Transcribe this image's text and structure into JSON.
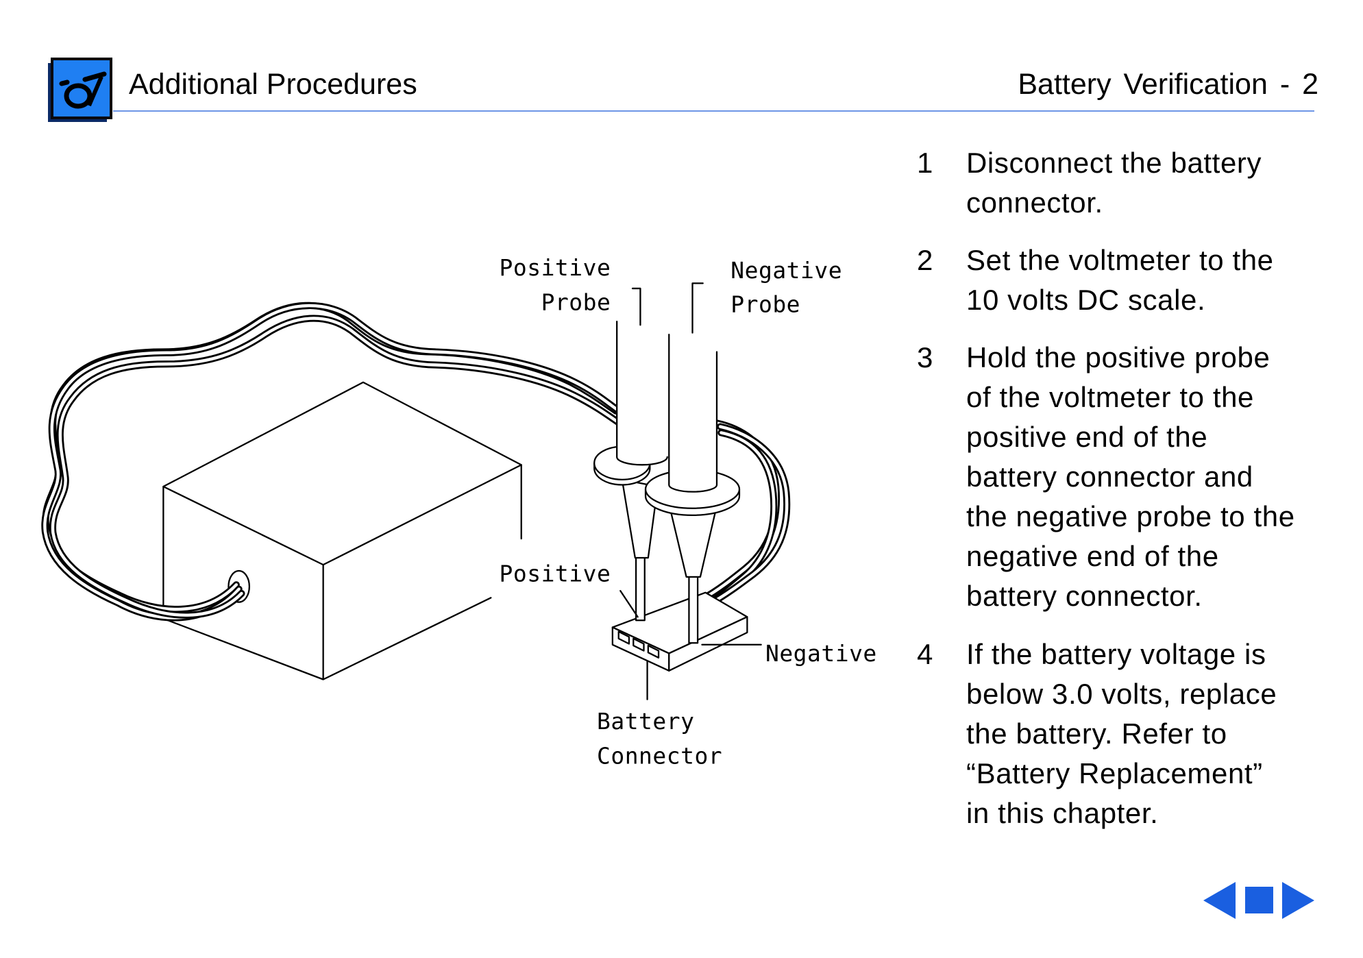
{
  "header": {
    "section_title": "Additional Procedures",
    "page_title": "Battery Verification - 2"
  },
  "logo": {
    "icon": "service-tool-icon"
  },
  "diagram": {
    "positive_probe_label": [
      "Positive",
      "Probe"
    ],
    "negative_probe_label": [
      "Negative",
      "Probe"
    ],
    "positive_contact_label": "Positive",
    "negative_contact_label": "Negative",
    "battery_connector_label": [
      "Battery",
      "Connector"
    ]
  },
  "steps": [
    {
      "number": "1",
      "lines": [
        "Disconnect the battery",
        "connector."
      ]
    },
    {
      "number": "2",
      "lines": [
        "Set the voltmeter to the",
        "10 volts DC scale."
      ]
    },
    {
      "number": "3",
      "lines": [
        "Hold the positive probe",
        "of the voltmeter to the",
        "positive end of the",
        "battery connector and",
        "the negative probe to the",
        "negative end of the",
        "battery connector."
      ]
    },
    {
      "number": "4",
      "lines": [
        "If the battery voltage is",
        "below 3.0 volts, replace",
        "the battery. Refer to",
        "“Battery Replacement”",
        "in this chapter."
      ]
    }
  ],
  "navigation": {
    "previous": {
      "icon": "left-triangle-icon"
    },
    "middle": {
      "icon": "square-icon"
    },
    "next": {
      "icon": "right-triangle-icon"
    }
  },
  "colors": {
    "accent": "#1a5fe0",
    "rule": "#6d96e6",
    "icon_fill": "#1f7ff2"
  }
}
